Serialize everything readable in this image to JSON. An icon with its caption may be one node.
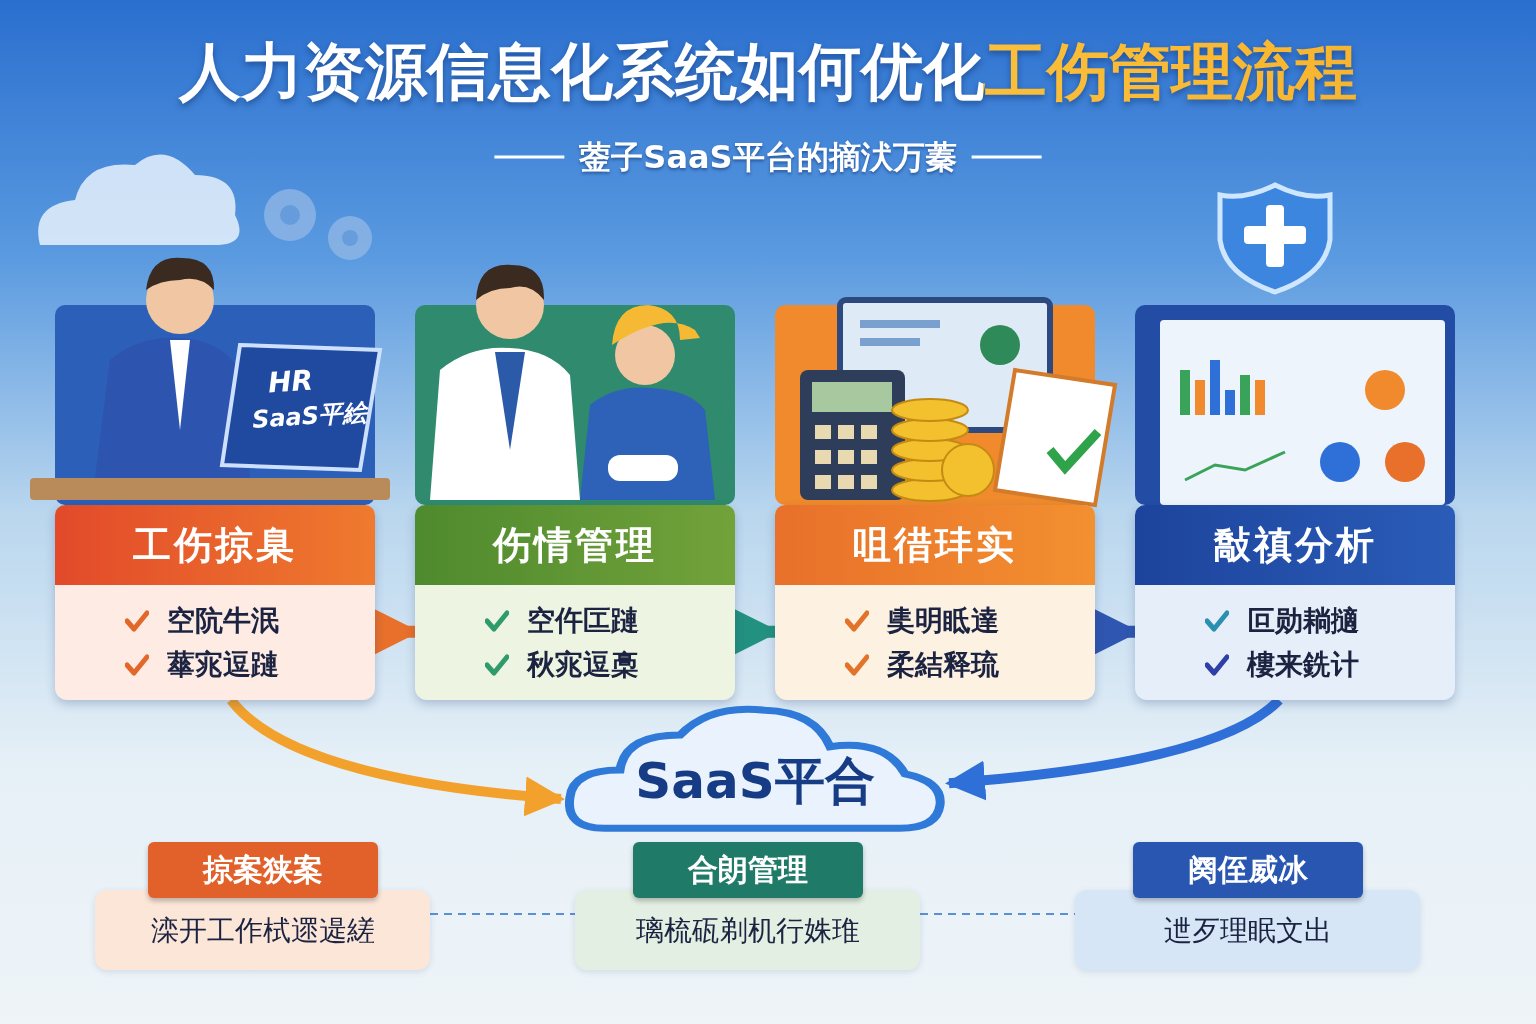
{
  "diagram": {
    "title": "人力资源信息化系统如何优化工伤管理流程",
    "nodes": [
      {
        "text": [
          "工伤掠臬",
          "空阬牛泯",
          "蕐宨逗蹥"
        ]
      },
      {
        "text": [
          "伤情管理",
          "空仵匞蹥",
          "秋宨逗槀"
        ]
      },
      {
        "text": [
          "咀徣玤实",
          "奊明眡達",
          "柔結释琉"
        ]
      },
      {
        "text": [
          "敽禛分析",
          "叵勋耥擿",
          "樓来銑计"
        ]
      },
      {
        "text": [
          "SaaS平合"
        ]
      },
      {
        "text": [
          "掠案狭案",
          "滦开工作栻遝遈縒"
        ]
      },
      {
        "text": [
          "合朗管理",
          "璃梳砙剃机行姝琟"
        ]
      },
      {
        "text": [
          "阕侄威冰",
          "迣歹理眠文出"
        ]
      }
    ],
    "edges": [
      {
        "from": 0,
        "to": 1,
        "arrow": "to",
        "color": "#e8702a"
      },
      {
        "from": 1,
        "to": 2,
        "arrow": "to",
        "color": "#23917f"
      },
      {
        "from": 2,
        "to": 3,
        "arrow": "to",
        "color": "#2f56b0"
      },
      {
        "from": 0,
        "to": 4,
        "arrow": "to",
        "color": "#f2a22c"
      },
      {
        "from": 3,
        "to": 4,
        "arrow": "to",
        "color": "#2f6fd8"
      },
      {
        "from": 5,
        "to": 6,
        "arrow": "none",
        "style": "dashed",
        "color": "#5b8fd6"
      },
      {
        "from": 6,
        "to": 7,
        "arrow": "none",
        "style": "dashed",
        "color": "#5b8fd6"
      }
    ],
    "labels": [
      "蓥子SaaS平台的摘汱万蓁",
      "HR",
      "SaaS平絵"
    ]
  }
}
